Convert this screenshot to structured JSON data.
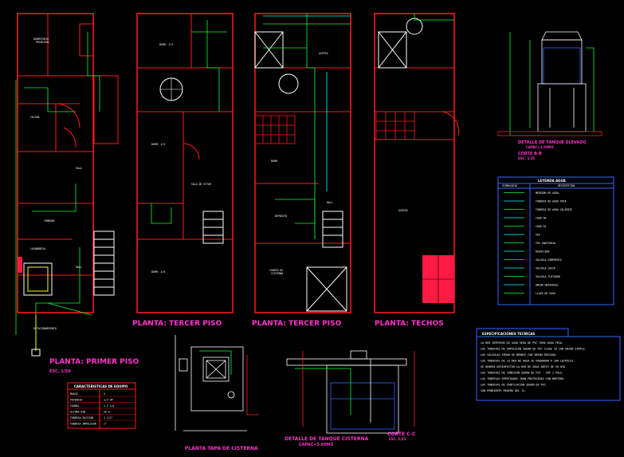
{
  "titles": {
    "plan1": "PLANTA: PRIMER PISO",
    "plan1_scale": "ESC. 1/50",
    "plan2": "PLANTA: TERCER PISO",
    "plan3": "PLANTA: TERCER PISO",
    "plan4": "PLANTA: TECHOS",
    "tank_cisterna_plan": "PLANTA TAPA DE CISTERNA",
    "tank_detail": "DETALLE DE TANQUE CISTERNA",
    "tank_detail_sub": "CAPAC=5.00M3",
    "corte_cc": "CORTE C-C",
    "corte_cc_scale": "ESC. 1/25",
    "elevated_tank": "DETALLE DE TANQUE ELEVADO",
    "elevated_tank_sub": "CAPAC=1.00M3",
    "corte_bb": "CORTE B-B",
    "corte_bb_scale": "ESC. 1/25"
  },
  "rooms": {
    "p1": [
      "DORMITORIO PRINCIPAL",
      "COCINA",
      "SALA",
      "COMEDOR",
      "LAVANDERIA",
      "HALL",
      "ESTACIONAMIENTO"
    ],
    "p2": [
      "DORM. 2/3",
      "DORM. 4/5",
      "SALA DE ESTAR",
      "DORM. 4/6"
    ],
    "p3": [
      "AZOTEA",
      "DORM.",
      "HALL",
      "DEPOSITO",
      "CUARTO DE CISTERNA"
    ],
    "p4": [
      "AZOTEA"
    ]
  },
  "characteristics_table": {
    "title": "CARACTERISTICAS DE EQUIPO",
    "rows": [
      [
        "MARCA",
        "X"
      ],
      [
        "POTENCIA",
        "1/2 HP"
      ],
      [
        "CAUDAL",
        "1.2 L/s"
      ],
      [
        "ALTURA DIN.",
        "20 m"
      ],
      [
        "TUBERIA SUCCION",
        "1 1/2\""
      ],
      [
        "TUBERIA IMPULSION",
        "1\""
      ]
    ]
  },
  "legend": {
    "title": "LEYENDA AGUA",
    "col1": "SIMBOLOGIA",
    "col2": "DESCRIPCION",
    "rows": [
      "MEDIDOR DE AGUA",
      "TUBERIA DE AGUA FRIA",
      "TUBERIA DE AGUA CALIENTE",
      "CODO 90",
      "CODO 45",
      "TEE",
      "TEE SANITARIA",
      "REDUCCION",
      "VALVULA COMPUERTA",
      "VALVULA CHECK",
      "VALVULA FLOTADOR",
      "UNION UNIVERSAL",
      "LLAVE DE PASO"
    ]
  },
  "specs": {
    "title": "ESPECIFICACIONES TECNICAS",
    "lines": [
      "LA RED INTERIOR DE AGUA SERA DE PVC PARA AGUA FRIA.",
      "LAS TUBERIAS DE IMPULSION SERAN DE PVC CLASE 10 CON UNION SIMPLE.",
      "LAS VALVULAS SERAN DE BRONCE CON UNION ROSCADA.",
      "LAS TUBERIAS DE LA RED DE AGUA SE PROBARAN A 100 LB/PULG2.",
      "SE DEBERA DESINFECTAR LA RED DE AGUA ANTES DE SU USO.",
      "LAS TUBERIAS DE CONEXION SERAN DE PVC - SAP 1 PULG.",
      "LAS TUBERIAS EMPOTRADAS IRAN PROTEGIDAS CON MORTERO.",
      "LAS TUBERIAS DE VENTILACION SERAN DE PVC.",
      "CON PENDIENTE MINIMA DEL 1%."
    ]
  },
  "colors": {
    "wall": "#ff1a1a",
    "pipe_green": "#00ff33",
    "pipe_cyan": "#00ffff",
    "title_magenta": "#ff33cc",
    "text_yellow": "#ffff00",
    "frame_blue": "#3366ff",
    "fill_red": "#ff1a44"
  }
}
